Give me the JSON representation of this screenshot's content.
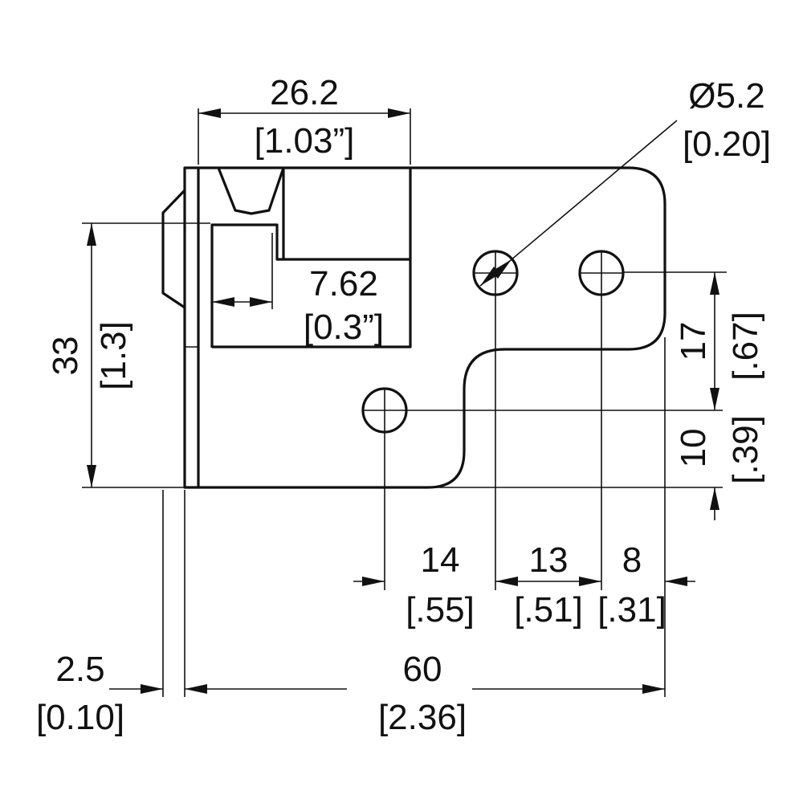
{
  "drawing": {
    "colors": {
      "line": "#111111",
      "background": "#ffffff"
    },
    "dimensions": {
      "top_width": {
        "value": "26.2",
        "inch": "[1.03”]"
      },
      "hole_diameter": {
        "value": "Ø5.2",
        "inch": "[0.20]"
      },
      "slot_width": {
        "value": "7.62",
        "inch": "[0.3”]"
      },
      "height": {
        "value": "33",
        "inch": "[1.3]"
      },
      "vertical_upper": {
        "value": "17",
        "inch": "[.67]"
      },
      "vertical_lower": {
        "value": "10",
        "inch": "[.39]"
      },
      "spacing_1": {
        "value": "14",
        "inch": "[.55]"
      },
      "spacing_2": {
        "value": "13",
        "inch": "[.51]"
      },
      "spacing_3": {
        "value": "8",
        "inch": "[.31]"
      },
      "thickness": {
        "value": "2.5",
        "inch": "[0.10]"
      },
      "overall_width": {
        "value": "60",
        "inch": "[2.36]"
      }
    }
  }
}
